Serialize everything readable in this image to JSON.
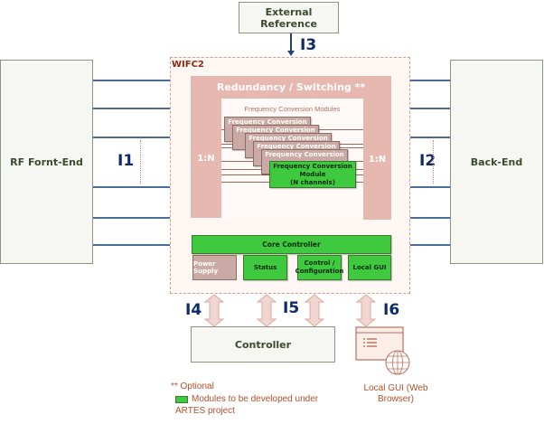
{
  "external_reference": {
    "label": "External Reference"
  },
  "interfaces": {
    "i1": "I1",
    "i2": "I2",
    "i3": "I3",
    "i4": "I4",
    "i5": "I5",
    "i6": "I6"
  },
  "rf_front_end": {
    "label": "RF Fornt-End"
  },
  "back_end": {
    "label": "Back-End"
  },
  "wifc": {
    "label": "WIFC2",
    "redundancy": {
      "label": "Redundancy / Switching **",
      "left_ratio": "1:N",
      "right_ratio": "1:N"
    },
    "fcm": {
      "group_title": "Frequency Conversion Modules",
      "stacked_cards": [
        "Frequency Conversion",
        "Frequency Conversion",
        "Frequency Conversion",
        "Frequency Conversion",
        "Frequency Conversion"
      ],
      "front_card": {
        "line1": "Frequency Conversion",
        "line2": "Module",
        "line3": "(N channels)"
      }
    },
    "core_controller": {
      "label": "Core Controller"
    },
    "modules": {
      "power_supply": "Power Supply",
      "status": "Status",
      "control_line1": "Control /",
      "control_line2": "Configuration",
      "local_gui": "Local GUI"
    }
  },
  "controller": {
    "label": "Controller"
  },
  "local_gui_browser": {
    "line1": "Local GUI (Web",
    "line2": "Browser)"
  },
  "legend": {
    "optional": "** Optional",
    "green_line1": "Modules to be developed under",
    "green_line2": "ARTES project"
  },
  "colors": {
    "green_module": "#3ec93e",
    "wifc_border": "#d99a8c",
    "interface_label": "#0f2a6a",
    "legend_text": "#b0502a"
  }
}
